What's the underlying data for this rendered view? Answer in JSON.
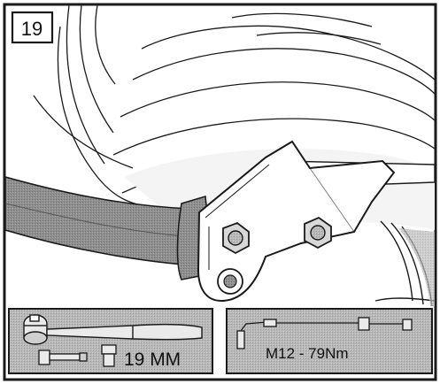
{
  "step": {
    "number": "19"
  },
  "tools": {
    "wrench": {
      "size_label": "19 MM"
    },
    "torque_wrench": {
      "spec_label": "M12 - 79Nm"
    }
  },
  "colors": {
    "line": "#1a1a1a",
    "metal_shade": "#8c8c8c",
    "panel_gray": "#b4b4b4",
    "body_light": "#f2f2f2"
  }
}
